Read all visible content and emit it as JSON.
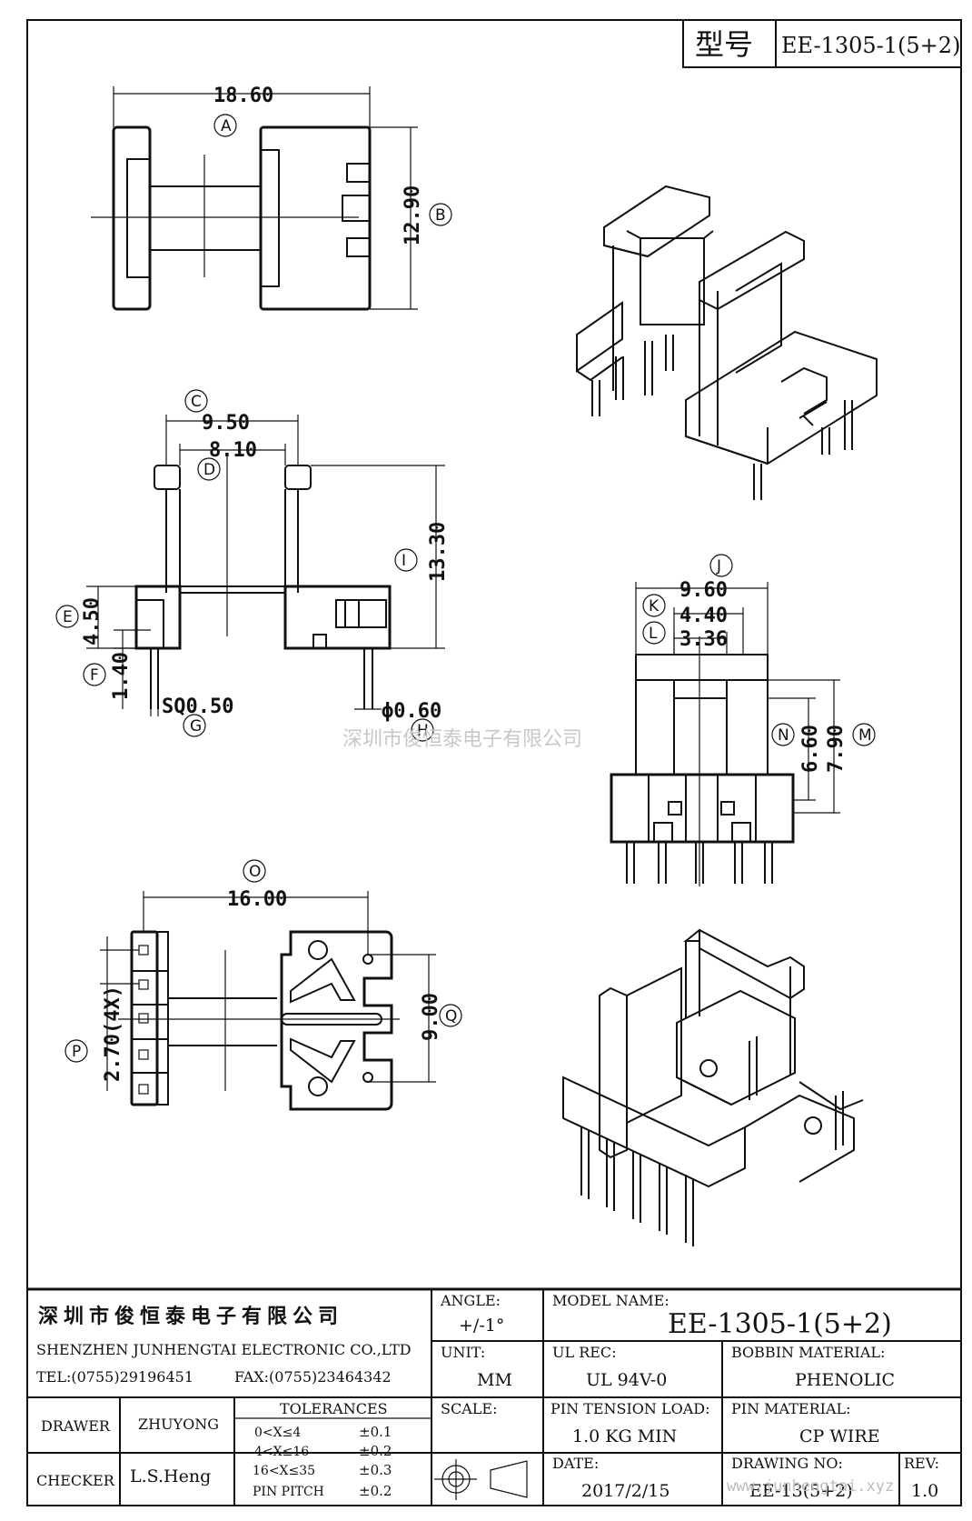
{
  "header": {
    "model_label": "型号",
    "model_value": "EE-1305-1(5+2)"
  },
  "callouts": {
    "A": "A",
    "B": "B",
    "C": "C",
    "D": "D",
    "E": "E",
    "F": "F",
    "G": "G",
    "H": "H",
    "I": "I",
    "J": "J",
    "K": "K",
    "L": "L",
    "M": "M",
    "N": "N",
    "O": "O",
    "P": "P",
    "Q": "Q"
  },
  "dimensions": {
    "A": "18.60",
    "B": "12.90",
    "C": "9.50",
    "D": "8.10",
    "E": "4.50",
    "F": "1.40",
    "G": "SQ0.50",
    "H": "ϕ0.60",
    "I": "13.30",
    "J": "9.60",
    "K": "4.40",
    "L": "3.36",
    "M": "7.90",
    "N": "6.60",
    "O": "16.00",
    "P": "2.70(4X)",
    "Q": "9.00"
  },
  "watermark": "深圳市俊恒泰电子有限公司",
  "title_block": {
    "company_cn": "深圳市俊恒泰电子有限公司",
    "company_en": "SHENZHEN JUNHENGTAI ELECTRONIC CO.,LTD",
    "tel": "TEL:(0755)29196451",
    "fax": "FAX:(0755)23464342",
    "angle_label": "ANGLE:",
    "angle_value": "+/-1°",
    "unit_label": "UNIT:",
    "unit_value": "MM",
    "scale_label": "SCALE:",
    "model_name_label": "MODEL NAME:",
    "model_name_value": "EE-1305-1(5+2)",
    "ul_label": "UL REC:",
    "ul_value": "UL 94V-0",
    "bobbin_label": "BOBBIN MATERIAL:",
    "bobbin_value": "PHENOLIC",
    "pin_tension_label": "PIN TENSION LOAD:",
    "pin_tension_value": "1.0 KG MIN",
    "pin_material_label": "PIN MATERIAL:",
    "pin_material_value": "CP WIRE",
    "date_label": "DATE:",
    "date_value": "2017/2/15",
    "drawing_no_label": "DRAWING NO:",
    "drawing_no_value": "EE-13(5+2)",
    "rev_label": "REV:",
    "rev_value": "1.0",
    "drawer_label": "DRAWER",
    "drawer_value": "ZHUYONG",
    "checker_label": "CHECKER",
    "checker_value": "L.S.Heng",
    "tolerances_label": "TOLERANCES",
    "tolerances": [
      {
        "range": "0<X≤4",
        "value": "±0.1"
      },
      {
        "range": "4<X≤16",
        "value": "±0.2"
      },
      {
        "range": "16<X≤35",
        "value": "±0.3"
      },
      {
        "range": "PIN PITCH",
        "value": "±0.2"
      }
    ],
    "watermark_url": "www.junhengtai.xyz"
  }
}
